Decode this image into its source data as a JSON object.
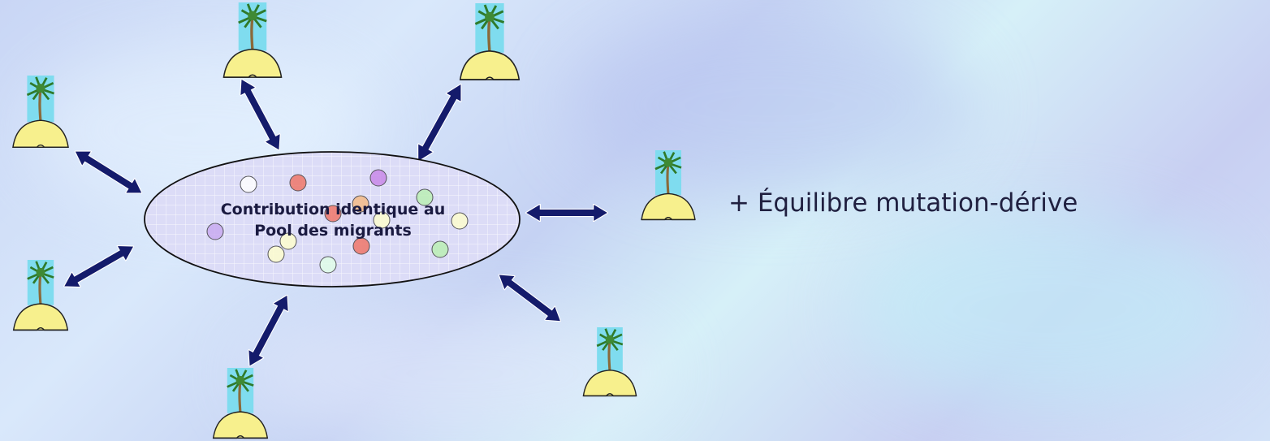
{
  "pool": {
    "line1": "Contribution identique au",
    "line2": "Pool des migrants"
  },
  "annotation": "+ Équilibre mutation-dérive",
  "colors": {
    "arrow": "#141b6b",
    "sand": "#f7f08d",
    "sky": "#7fdcef",
    "palm_leaf": "#2f7a2a",
    "trunk": "#8a6a3a",
    "ellipse_fill": "#dcdcf7"
  },
  "icons": {
    "island": "palm-island-icon",
    "arrow": "double-headed-arrow-icon"
  }
}
